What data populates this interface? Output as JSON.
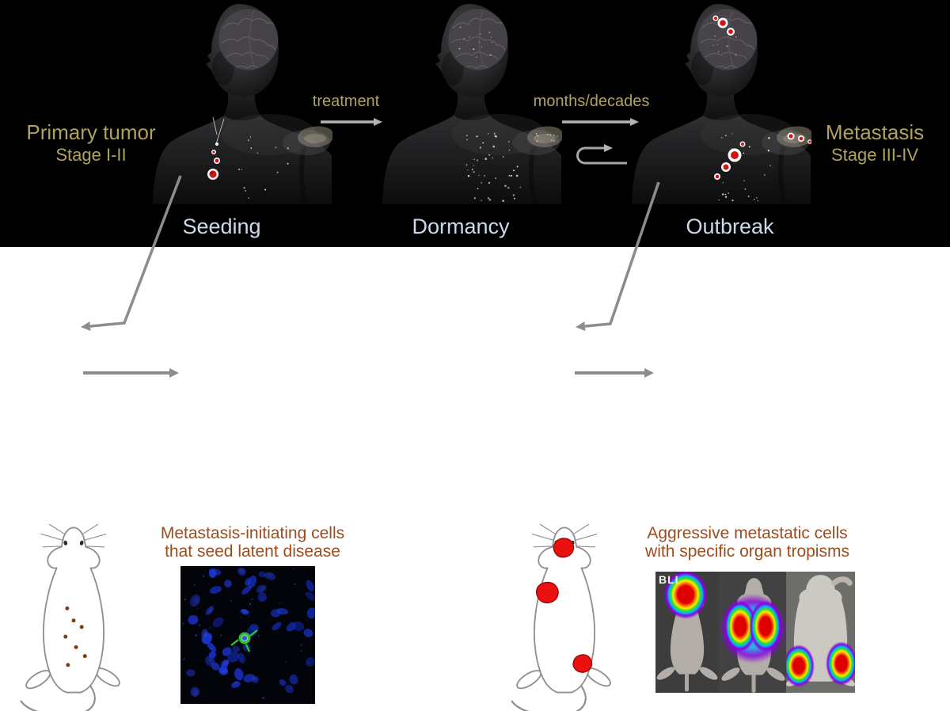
{
  "top": {
    "left_label": {
      "title": "Primary tumor",
      "subtitle": "Stage I-II"
    },
    "right_label": {
      "title": "Metastasis",
      "subtitle": "Stage III-IV"
    },
    "transition1": "treatment",
    "transition2": "months/decades",
    "phases": [
      {
        "label": "Seeding"
      },
      {
        "label": "Dormancy"
      },
      {
        "label": "Outbreak"
      }
    ]
  },
  "bottom": {
    "left_caption": {
      "line1": "Metastasis-initiating cells",
      "line2": "that seed latent disease"
    },
    "right_caption": {
      "line1": "Aggressive metastatic cells",
      "line2": "with specific organ tropisms"
    },
    "bli_label": "BLI"
  },
  "colors": {
    "gold": "#b0a25c",
    "phase": "#cdd9eb",
    "caption": "#9e4c1e",
    "bg-top": "#000000",
    "bg-bottom": "#ffffff",
    "arrow-light": "#b4b4b4",
    "arrow-gray": "#8c8c8c",
    "tumor-red": "#cf1712"
  }
}
